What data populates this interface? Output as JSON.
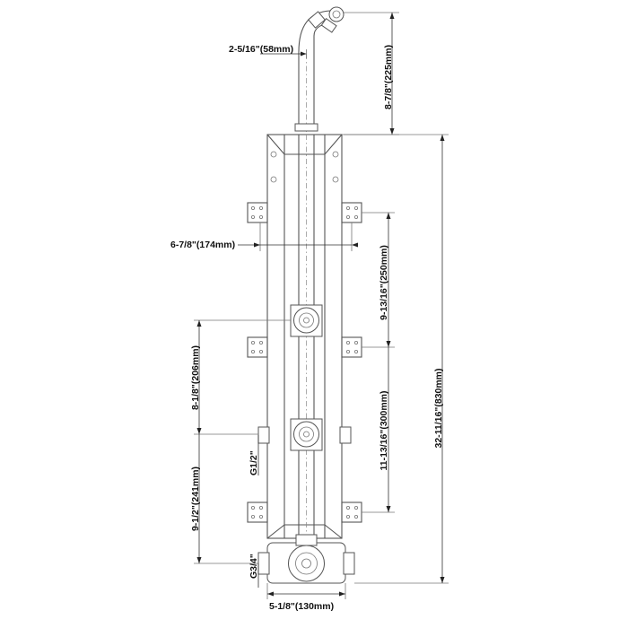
{
  "dimensions": {
    "elbow_offset": "2-5/16\"(58mm)",
    "riser_height": "8-7/8\"(225mm)",
    "total_height": "32-11/16\"(830mm)",
    "bracket_spacing_width": "6-7/8\"(174mm)",
    "upper_spacing": "9-13/16\"(250mm)",
    "left_upper_spacing": "8-1/8\"(206mm)",
    "middle_spacing": "11-13/16\"(300mm)",
    "left_lower_spacing": "9-1/2\"(241mm)",
    "side_outlet_thread": "G1/2\"",
    "inlet_thread": "G3/4\"",
    "valve_width": "5-1/8\"(130mm)"
  },
  "colors": {
    "line": "#555555",
    "dimension": "#333333",
    "text": "#111111"
  }
}
